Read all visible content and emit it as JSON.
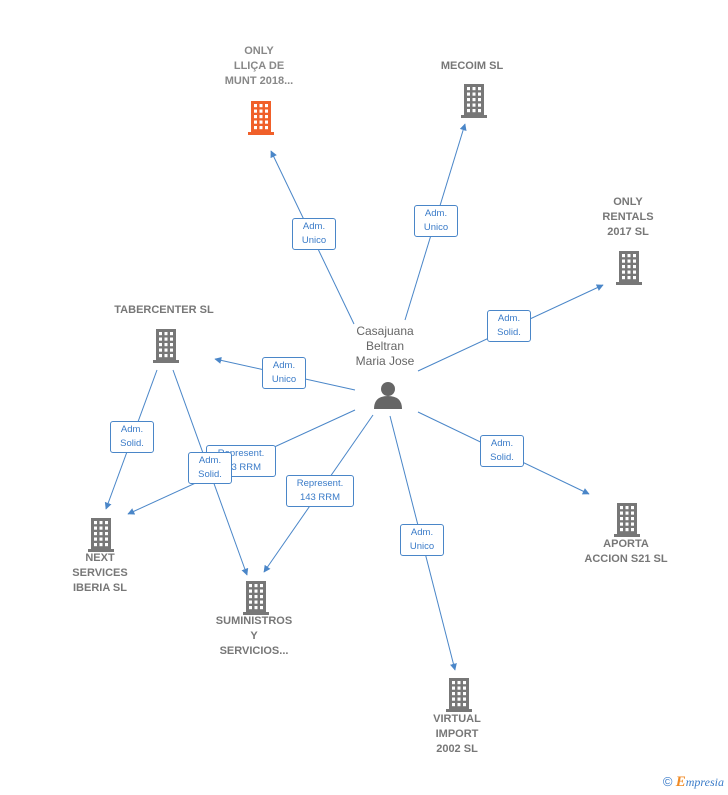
{
  "center": {
    "label_lines": [
      "Casajuana",
      "Beltran",
      "Maria Jose"
    ]
  },
  "companies": [
    {
      "id": "only-llica",
      "label_lines": [
        "ONLY",
        "LLIÇA DE",
        "MUNT 2018..."
      ],
      "highlight": true
    },
    {
      "id": "mecoim",
      "label_lines": [
        "MECOIM SL"
      ],
      "highlight": false
    },
    {
      "id": "only-rentals",
      "label_lines": [
        "ONLY",
        "RENTALS",
        "2017  SL"
      ],
      "highlight": false
    },
    {
      "id": "tabercenter",
      "label_lines": [
        "TABERCENTER SL"
      ],
      "highlight": false
    },
    {
      "id": "aporta",
      "label_lines": [
        "APORTA",
        "ACCION S21 SL"
      ],
      "highlight": false
    },
    {
      "id": "next-services",
      "label_lines": [
        "NEXT",
        "SERVICES",
        "IBERIA SL"
      ],
      "highlight": false
    },
    {
      "id": "suministros",
      "label_lines": [
        "SUMINISTROS",
        "Y",
        "SERVICIOS..."
      ],
      "highlight": false
    },
    {
      "id": "virtual-import",
      "label_lines": [
        "VIRTUAL",
        "IMPORT",
        "2002 SL"
      ],
      "highlight": false
    }
  ],
  "edges": [
    {
      "from": "center",
      "to": "only-llica",
      "label_lines": [
        "Adm.",
        "Unico"
      ]
    },
    {
      "from": "center",
      "to": "mecoim",
      "label_lines": [
        "Adm.",
        "Unico"
      ]
    },
    {
      "from": "center",
      "to": "only-rentals",
      "label_lines": [
        "Adm.",
        "Solid."
      ]
    },
    {
      "from": "center",
      "to": "tabercenter",
      "label_lines": [
        "Adm.",
        "Unico"
      ]
    },
    {
      "from": "center",
      "to": "aporta",
      "label_lines": [
        "Adm.",
        "Solid."
      ]
    },
    {
      "from": "center",
      "to": "next-services",
      "label_lines": [
        "Represent.",
        "143 RRM"
      ]
    },
    {
      "from": "center",
      "to": "suministros",
      "label_lines": [
        "Represent.",
        "143 RRM"
      ]
    },
    {
      "from": "center",
      "to": "virtual-import",
      "label_lines": [
        "Adm.",
        "Unico"
      ]
    },
    {
      "from": "tabercenter",
      "to": "next-services",
      "label_lines": [
        "Adm.",
        "Solid."
      ]
    },
    {
      "from": "tabercenter",
      "to": "suministros",
      "label_lines": [
        "Adm.",
        "Solid."
      ]
    }
  ],
  "colors": {
    "edge": "#4a86c8",
    "building": "#777777",
    "building_highlight": "#f0602a",
    "person": "#666666"
  },
  "footer": {
    "copyright": "©",
    "brand_first": "E",
    "brand_rest": "mpresia"
  }
}
